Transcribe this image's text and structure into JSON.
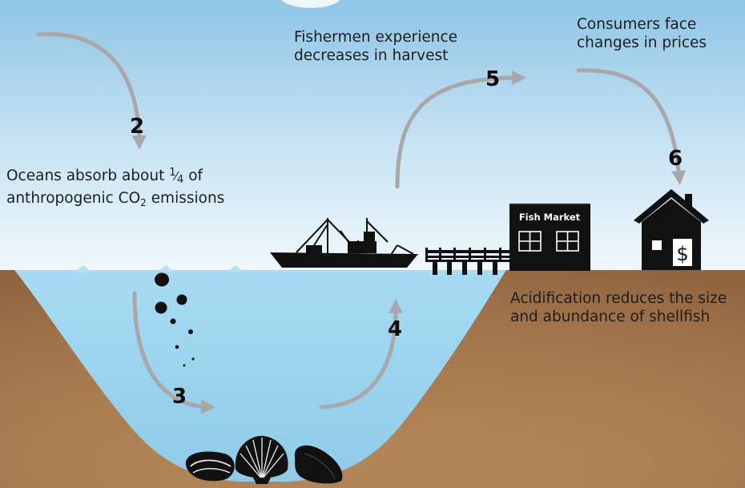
{
  "labels": {
    "step2_text_line1_prefix": "Oceans absorb about ",
    "step2_text_fraction_num": "1",
    "step2_text_fraction_den": "4",
    "step2_text_line1_suffix": " of",
    "step2_text_line2_prefix": "anthropogenic CO",
    "step2_text_line2_sub": "2",
    "step2_text_line2_suffix": " emissions",
    "step5_text_line1": "Fishermen experience",
    "step5_text_line2": "decreases in harvest",
    "step6_text_line1": "Consumers face",
    "step6_text_line2": "changes in prices",
    "step4_text_line1": "Acidification reduces the size",
    "step4_text_line2": "and abundance of shellfish",
    "fish_market_sign": "Fish Market",
    "price_symbol": "$"
  },
  "steps": [
    "2",
    "3",
    "4",
    "5",
    "6"
  ],
  "colors": {
    "sky_top": "#8fc5e6",
    "sky_bottom": "#eaf4fb",
    "water": "#9dd3ee",
    "ground": "#a97c53",
    "arrow": "#a8a8aa",
    "silhouette": "#101010"
  }
}
